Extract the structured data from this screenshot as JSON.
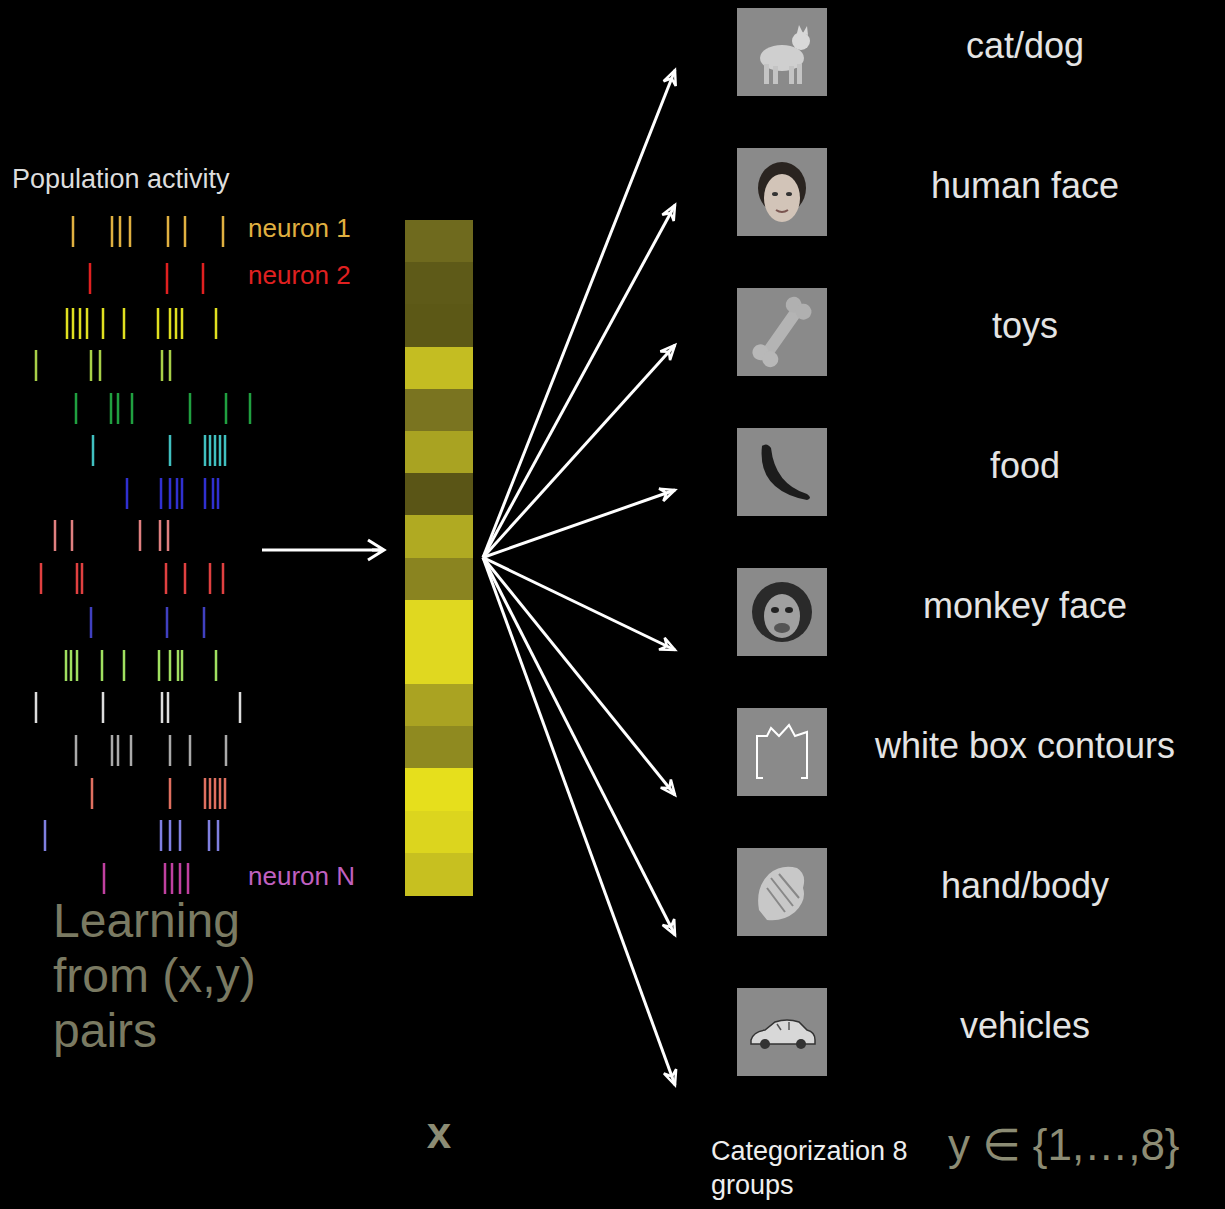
{
  "diagram": {
    "nodes": [
      {
        "text": [
          "x"
        ]
      },
      {
        "text": [
          "cat/dog"
        ]
      },
      {
        "text": [
          "human face"
        ]
      },
      {
        "text": [
          "toys"
        ]
      },
      {
        "text": [
          "food"
        ]
      },
      {
        "text": [
          "monkey face"
        ]
      },
      {
        "text": [
          "white box contours"
        ]
      },
      {
        "text": [
          "hand/body"
        ]
      },
      {
        "text": [
          "vehicles"
        ]
      }
    ],
    "edges": [
      {
        "from": 0,
        "to": 1,
        "arrow": "to"
      },
      {
        "from": 0,
        "to": 2,
        "arrow": "to"
      },
      {
        "from": 0,
        "to": 3,
        "arrow": "to"
      },
      {
        "from": 0,
        "to": 4,
        "arrow": "to"
      },
      {
        "from": 0,
        "to": 5,
        "arrow": "to"
      },
      {
        "from": 0,
        "to": 6,
        "arrow": "to"
      },
      {
        "from": 0,
        "to": 7,
        "arrow": "to"
      },
      {
        "from": 0,
        "to": 8,
        "arrow": "to"
      }
    ],
    "labels": [
      "Population activity",
      "neuron 1",
      "neuron 2",
      "neuron N",
      "Learning from (x,y) pairs",
      "Categorization 8 groups",
      "y ∈ {1,…,8}"
    ]
  }
}
